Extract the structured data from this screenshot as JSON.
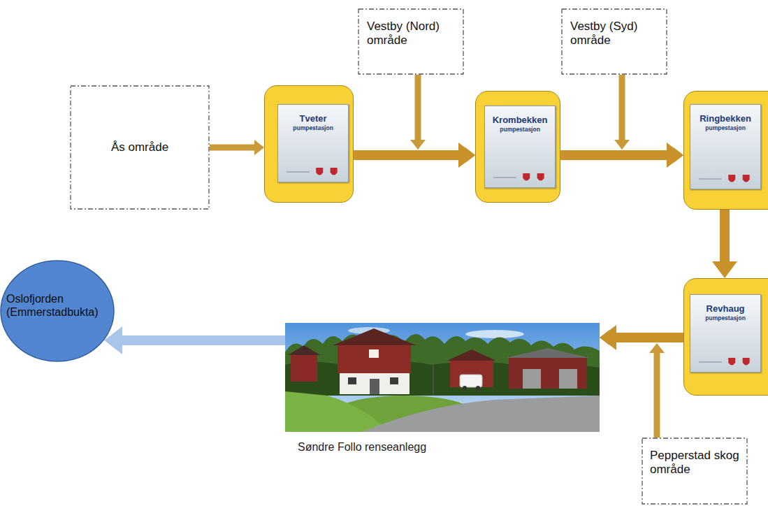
{
  "diagram": {
    "nodes": [
      {
        "text": [
          "Ås område"
        ]
      },
      {
        "text": [
          "Tveter pumpestasjon"
        ]
      },
      {
        "text": [
          "Vestby (Nord) område"
        ]
      },
      {
        "text": [
          "Krombekken pumpestasjon"
        ]
      },
      {
        "text": [
          "Vestby (Syd) område"
        ]
      },
      {
        "text": [
          "Ringbekken pumpestasjon"
        ]
      },
      {
        "text": [
          "Oslofjorden (Emmerstadbukta)"
        ]
      },
      {
        "text": [
          "Søndre Follo renseanlegg"
        ]
      },
      {
        "text": [
          "Revhaug pumpestasjon"
        ]
      },
      {
        "text": [
          "Pepperstad skog område"
        ]
      }
    ],
    "edges": [
      {
        "from": 0,
        "to": 1,
        "arrow": "to"
      },
      {
        "from": 1,
        "to": 3,
        "arrow": "to"
      },
      {
        "from": 2,
        "to": 3,
        "arrow": "to"
      },
      {
        "from": 3,
        "to": 5,
        "arrow": "to"
      },
      {
        "from": 4,
        "to": 5,
        "arrow": "to"
      },
      {
        "from": 5,
        "to": 8,
        "arrow": "to"
      },
      {
        "from": 8,
        "to": 7,
        "arrow": "to"
      },
      {
        "from": 9,
        "to": 7,
        "arrow": "to"
      },
      {
        "from": 7,
        "to": 6,
        "arrow": "to"
      }
    ]
  }
}
